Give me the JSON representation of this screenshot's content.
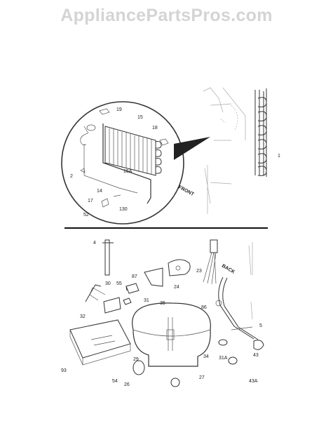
{
  "watermark": "AppliancePartsPros.com",
  "upper": {
    "callouts": [
      "19",
      "15",
      "18",
      "2",
      "15A",
      "14",
      "17",
      "52",
      "130",
      "1"
    ],
    "direction": "FRONT"
  },
  "lower": {
    "callouts": [
      "4",
      "30",
      "55",
      "87",
      "24",
      "23",
      "31",
      "35",
      "32",
      "86",
      "5",
      "29",
      "34",
      "31A",
      "43",
      "93",
      "54",
      "26",
      "27",
      "43A"
    ],
    "direction": "BACK"
  }
}
